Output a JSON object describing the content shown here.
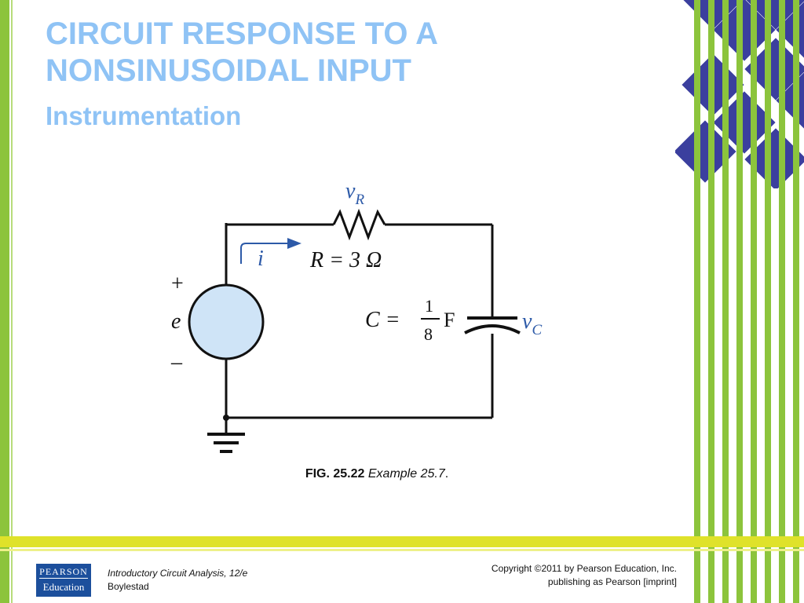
{
  "slide": {
    "title_line1": "CIRCUIT RESPONSE TO A",
    "title_line2": "NONSINUSOIDAL INPUT",
    "subtitle": "Instrumentation"
  },
  "circuit": {
    "vr_label": "v",
    "vr_sub": "R",
    "i_label": "i",
    "r_label": "R = 3 Ω",
    "c_label": "C =",
    "c_num": "1",
    "c_den": "8",
    "c_unit": "F",
    "vc_label": "v",
    "vc_sub": "C",
    "source_plus": "+",
    "source_e": "e",
    "source_minus": "–"
  },
  "caption": {
    "fig": "FIG. 25.22",
    "example": "Example 25.7",
    "period": "."
  },
  "footer": {
    "logo_top": "PEARSON",
    "logo_bottom": "Education",
    "book_title": "Introductory Circuit Analysis, 12/e",
    "author": "Boylestad",
    "copyright_line1": "Copyright ©2011 by Pearson Education, Inc.",
    "copyright_line2": "publishing as Pearson [imprint]"
  },
  "colors": {
    "title": "#8fc3f5",
    "green": "#8cc43c",
    "yellow": "#dfe22a",
    "navy": "#3b3f9e",
    "source_fill": "#cfe4f7"
  }
}
